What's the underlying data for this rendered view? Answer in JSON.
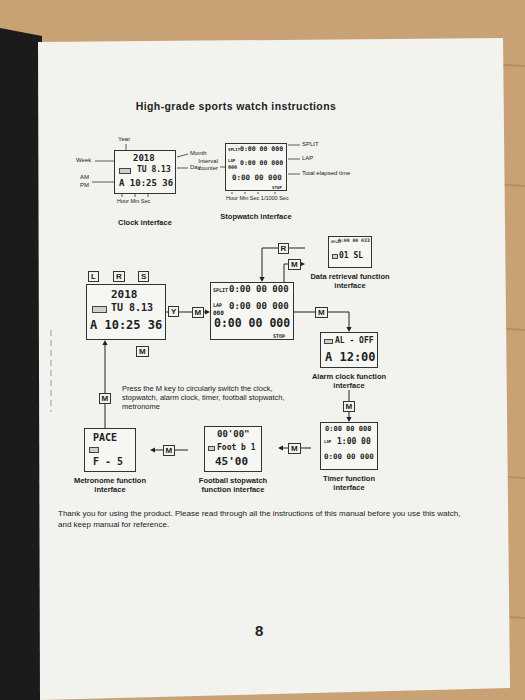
{
  "diagram": {
    "title": "High-grade sports watch instructions",
    "caption": "Thank you for using the product. Please read through all the instructions of this manual before you use this watch, and keep manual for reference.",
    "nodes": [
      {
        "text": [
          "2018",
          "TU 8.13",
          "A 10:25 36",
          "Clock interface"
        ]
      },
      {
        "text": [
          "SPLIT",
          "0:00 00 000",
          "LAP",
          "000",
          "0:00 00 000",
          "0:00 00 000",
          "STOP",
          "Stopwatch interface"
        ]
      },
      {
        "text": [
          "SPLIT",
          "0:00 00 033",
          "01 SL",
          "Data retrieval function interface"
        ]
      },
      {
        "text": [
          "2018",
          "TU 8.13",
          "A 10:25 36"
        ]
      },
      {
        "text": [
          "SPLIT",
          "0:00 00 000",
          "LAP",
          "000",
          "0:00 00 000",
          "0:00 00 000",
          "STOP"
        ]
      },
      {
        "text": [
          "AL - OFF",
          "A 12:00",
          "Alarm clock function interface"
        ]
      },
      {
        "text": [
          "0:00 00 000",
          "LAP",
          "1:00 00",
          "0:00 00 000",
          "Timer function interface"
        ]
      },
      {
        "text": [
          "00'00\"",
          "Foot b 1",
          "45'00",
          "Football stopwatch function interface"
        ]
      },
      {
        "text": [
          "PACE",
          "F - 5",
          "Metronome function interface"
        ]
      }
    ],
    "edges": [
      {
        "from": 3,
        "to": 4,
        "label": "M",
        "arrow": "to"
      },
      {
        "from": 4,
        "to": 2,
        "label": "M",
        "arrow": "to"
      },
      {
        "from": 2,
        "to": 4,
        "label": "R",
        "arrow": "to"
      },
      {
        "from": 4,
        "to": 5,
        "label": "M",
        "arrow": "to"
      },
      {
        "from": 5,
        "to": 6,
        "label": "M",
        "arrow": "to"
      },
      {
        "from": 6,
        "to": 7,
        "label": "M",
        "arrow": "to"
      },
      {
        "from": 7,
        "to": 8,
        "label": "M",
        "arrow": "to"
      },
      {
        "from": 8,
        "to": 3,
        "label": "M",
        "arrow": "to"
      }
    ],
    "labels": [
      "Year",
      "Week",
      "Month",
      "Day",
      "AM",
      "PM",
      "Hour Min Sec",
      "Interval counter",
      "SPLIT",
      "LAP",
      "Total elapsed time",
      "Hour Min Sec 1/1000 Sec",
      "L",
      "R",
      "S",
      "Y",
      "M",
      "Press the M key to circularly switch the clock, stopwatch, alarm clock, timer, football stopwatch, metronome",
      "8"
    ]
  }
}
